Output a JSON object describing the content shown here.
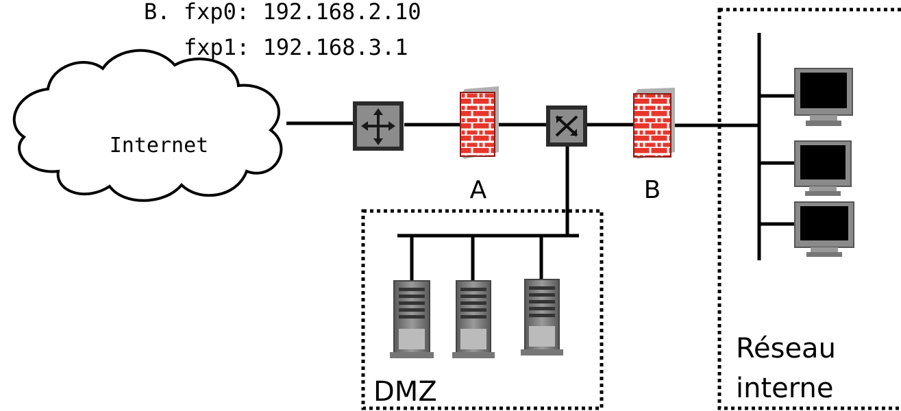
{
  "addresses": {
    "line1": "B. fxp0: 192.168.2.10",
    "line2": "fxp1: 192.168.3.1"
  },
  "internet": {
    "label": "Internet"
  },
  "firewall_a": {
    "label": "A"
  },
  "firewall_b": {
    "label": "B"
  },
  "dmz": {
    "label": "DMZ"
  },
  "internal_network": {
    "label_line1": "Réseau",
    "label_line2": "interne"
  },
  "colors": {
    "line": "#000000",
    "firewall": "#e8362c",
    "device_gray": "#7f7f7f",
    "screen": "#000000",
    "zone_border": "#000000"
  }
}
